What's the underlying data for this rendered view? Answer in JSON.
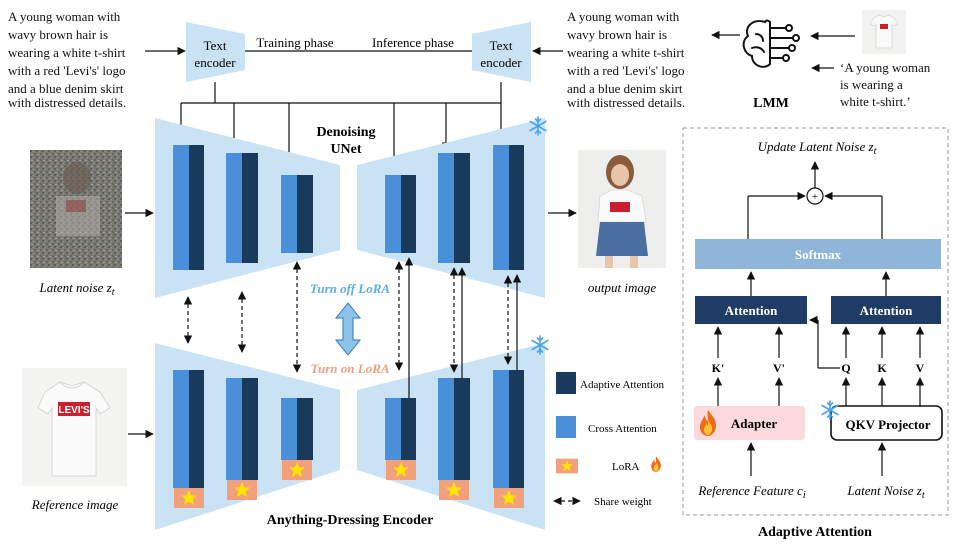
{
  "prompt_long": [
    "A young woman with",
    "wavy brown hair is",
    "wearing a white t-shirt",
    "with a red 'Levi's' logo",
    "and a blue denim skirt",
    "with distressed details."
  ],
  "text_encoder_left": [
    "Text",
    "encoder"
  ],
  "text_encoder_right": [
    "Text",
    "encoder"
  ],
  "training_phase": "Training phase",
  "inference_phase": "Inference phase",
  "lmm_label": "LMM",
  "lmm_caption": [
    "‘A young woman",
    "is wearing a",
    "white t-shirt.’"
  ],
  "denoising_unet": [
    "Denoising",
    "UNet"
  ],
  "latent_noise_label": "Latent noise",
  "latent_noise_sub": "t",
  "output_image_label": "output image",
  "reference_image_label": "Reference image",
  "turn_off_lora": "Turn off LoRA",
  "turn_on_lora": "Turn on LoRA",
  "encoder_label": "Anything-Dressing Encoder",
  "legend": {
    "adaptive_attention": "Adaptive Attention",
    "cross_attention": "Cross Attention",
    "lora": "LoRA",
    "share_weight": "Share weight"
  },
  "adaptive_panel": {
    "update_label": "Update Latent Noise z",
    "update_sub": "t",
    "plus_symbol": "+",
    "softmax": "Softmax",
    "attention_left": "Attention",
    "attention_right": "Attention",
    "k_prime": "K'",
    "v_prime": "V'",
    "q": "Q",
    "k": "K",
    "v": "V",
    "adapter": "Adapter",
    "qkv_projector": "QKV Projector",
    "reference_feature": "Reference Feature c",
    "reference_feature_sub": "i",
    "latent_noise": "Latent Noise z",
    "latent_noise_sub": "t",
    "title": "Adaptive  Attention"
  },
  "shirt_logo": "LEVI'S",
  "colors": {
    "adaptive_attention": "#1a3a5c",
    "cross_attention": "#4a90d9",
    "unet_bg": "#c9e3f5",
    "softmax": "#8fb5d9",
    "attention_box": "#1f3d64",
    "adapter_bg": "#fbd9dc",
    "lora_bg": "#f2a07b",
    "star": "#ffe500",
    "turn_off": "#5ab0e0",
    "turn_on": "#f0a080"
  }
}
